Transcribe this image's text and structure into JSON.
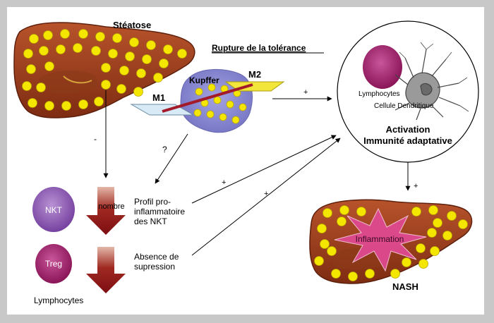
{
  "labels": {
    "steatose": "Stéatose",
    "rupture": "Rupture de la tolérance",
    "kupffer": "Kupffer",
    "m1": "M1",
    "m2": "M2",
    "lymphocytes_top": "Lymphocytes",
    "cellule_dendritique": "Cellule Dendritique",
    "activation": "Activation",
    "immunite": "Immunité adaptative",
    "minus": "-",
    "question": "?",
    "plus_top": "+",
    "plus_profil": "+",
    "plus_absence": "+",
    "plus_nash": "+",
    "nkt": "NKT",
    "treg": "Treg",
    "nombre": "nombre",
    "profil_1": "Profil pro-",
    "profil_2": "inflammatoire",
    "profil_3": "des NKT",
    "absence_1": "Absence de",
    "absence_2": "supression",
    "lymphocytes_bottom": "Lymphocytes",
    "inflammation": "Inflammation",
    "nash": "NASH"
  },
  "colors": {
    "liver": "#a2421f",
    "liver_dark": "#6e2711",
    "fat": "#f5e600",
    "nkt": "#8e58b3",
    "treg": "#a2206a",
    "kupffer": "#8f8fd3",
    "m1": "#d8eaf6",
    "m2": "#f2e63a",
    "arrow": "#8b1217",
    "burst": "#e14a94"
  }
}
